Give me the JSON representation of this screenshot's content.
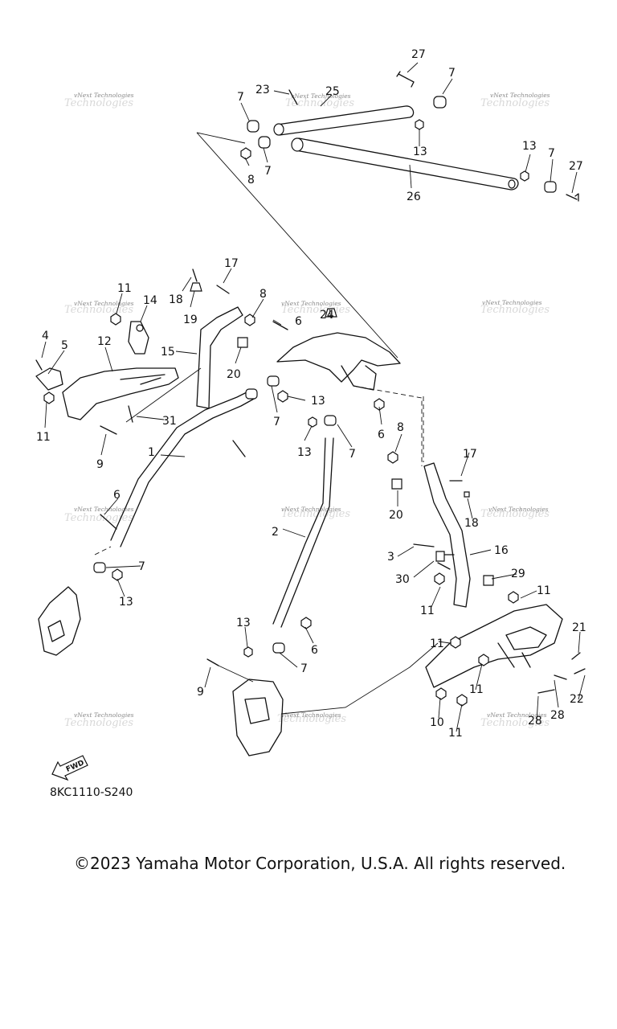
{
  "diagram": {
    "catalog_number": "8KC1110-S240",
    "copyright": "©2023 Yamaha Motor Corporation, U.S.A. All rights reserved.",
    "fwd_label": "FWD",
    "watermark": "vNext Technologies",
    "callouts": [
      {
        "id": "c27a",
        "label": "27"
      },
      {
        "id": "c7a",
        "label": "7"
      },
      {
        "id": "c23",
        "label": "23"
      },
      {
        "id": "c25",
        "label": "25"
      },
      {
        "id": "c7b",
        "label": "7"
      },
      {
        "id": "c13a",
        "label": "13"
      },
      {
        "id": "c8a",
        "label": "8"
      },
      {
        "id": "c7c",
        "label": "7"
      },
      {
        "id": "c13b",
        "label": "13"
      },
      {
        "id": "c7d",
        "label": "7"
      },
      {
        "id": "c27b",
        "label": "27"
      },
      {
        "id": "c26",
        "label": "26"
      },
      {
        "id": "c17a",
        "label": "17"
      },
      {
        "id": "c18a",
        "label": "18"
      },
      {
        "id": "c19",
        "label": "19"
      },
      {
        "id": "c8b",
        "label": "8"
      },
      {
        "id": "c11a",
        "label": "11"
      },
      {
        "id": "c14",
        "label": "14"
      },
      {
        "id": "c6a",
        "label": "6"
      },
      {
        "id": "c24",
        "label": "24"
      },
      {
        "id": "c4",
        "label": "4"
      },
      {
        "id": "c5",
        "label": "5"
      },
      {
        "id": "c12",
        "label": "12"
      },
      {
        "id": "c15",
        "label": "15"
      },
      {
        "id": "c20a",
        "label": "20"
      },
      {
        "id": "c13c",
        "label": "13"
      },
      {
        "id": "c11b",
        "label": "11"
      },
      {
        "id": "c31",
        "label": "31"
      },
      {
        "id": "c7e",
        "label": "7"
      },
      {
        "id": "c6b",
        "label": "6"
      },
      {
        "id": "c9a",
        "label": "9"
      },
      {
        "id": "c1",
        "label": "1"
      },
      {
        "id": "c13d",
        "label": "13"
      },
      {
        "id": "c7f",
        "label": "7"
      },
      {
        "id": "c8c",
        "label": "8"
      },
      {
        "id": "c17b",
        "label": "17"
      },
      {
        "id": "c6c",
        "label": "6"
      },
      {
        "id": "c20b",
        "label": "20"
      },
      {
        "id": "c18b",
        "label": "18"
      },
      {
        "id": "c2",
        "label": "2"
      },
      {
        "id": "c16",
        "label": "16"
      },
      {
        "id": "c3",
        "label": "3"
      },
      {
        "id": "c7g",
        "label": "7"
      },
      {
        "id": "c30",
        "label": "30"
      },
      {
        "id": "c29",
        "label": "29"
      },
      {
        "id": "c13e",
        "label": "13"
      },
      {
        "id": "c11c",
        "label": "11"
      },
      {
        "id": "c11d",
        "label": "11"
      },
      {
        "id": "c11e",
        "label": "11"
      },
      {
        "id": "c13f",
        "label": "13"
      },
      {
        "id": "c6d",
        "label": "6"
      },
      {
        "id": "c21",
        "label": "21"
      },
      {
        "id": "c7h",
        "label": "7"
      },
      {
        "id": "c9b",
        "label": "9"
      },
      {
        "id": "c11f",
        "label": "11"
      },
      {
        "id": "c22",
        "label": "22"
      },
      {
        "id": "c28a",
        "label": "28"
      },
      {
        "id": "c28b",
        "label": "28"
      },
      {
        "id": "c10",
        "label": "10"
      },
      {
        "id": "c11g",
        "label": "11"
      }
    ]
  }
}
